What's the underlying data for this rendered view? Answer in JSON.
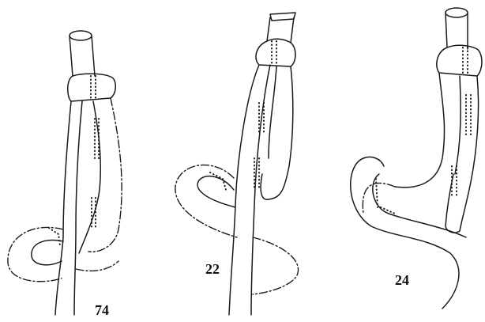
{
  "figures": [
    {
      "label": "74"
    },
    {
      "label": "22"
    },
    {
      "label": "24"
    }
  ]
}
